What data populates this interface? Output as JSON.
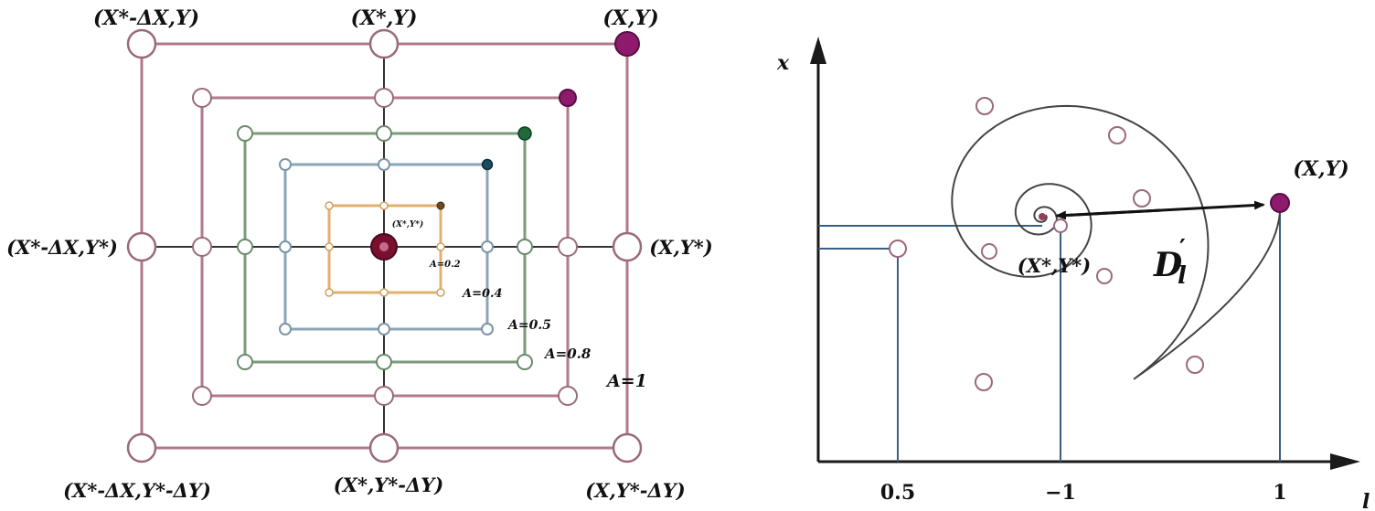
{
  "left_panel": {
    "labels": {
      "top_left": "(X*-ΔX,Y)",
      "top_center": "(X*,Y)",
      "top_right": "(X,Y)",
      "mid_left": "(X*-ΔX,Y*)",
      "mid_right": "(X,Y*)",
      "bottom_left": "(X*-ΔX,Y*-ΔY)",
      "bottom_center": "(X*,Y*-ΔY)",
      "bottom_right": "(X,Y*-ΔY)",
      "center": "(X*,Y*)"
    },
    "a_labels": {
      "a02": "A=0.2",
      "a04": "A=0.4",
      "a05": "A=0.5",
      "a08": "A=0.8",
      "a1": "A=1"
    },
    "colors": {
      "outer": "#b07a8e",
      "a08": "#b07a8e",
      "a05": "#7a9b7a",
      "a04": "#8aa6b6",
      "a02": "#e0b070",
      "center_dot": "#7a1030",
      "corner_purple": "#8e1a6e",
      "corner_green": "#1e6a3a",
      "corner_teal": "#1a4a5e"
    }
  },
  "right_panel": {
    "labels": {
      "axis_y": "x",
      "axis_x": "l",
      "target": "(X,Y)",
      "center": "(X*,Y*)",
      "distance": "D",
      "distance_sub": "l",
      "distance_prime": "′"
    },
    "ticks": {
      "t05": "0.5",
      "tneg1": "−1",
      "t1": "1"
    },
    "colors": {
      "axis": "#1a1a1a",
      "guide": "#3a5f80",
      "spiral": "#444444",
      "target_dot": "#8e1a6e"
    }
  }
}
